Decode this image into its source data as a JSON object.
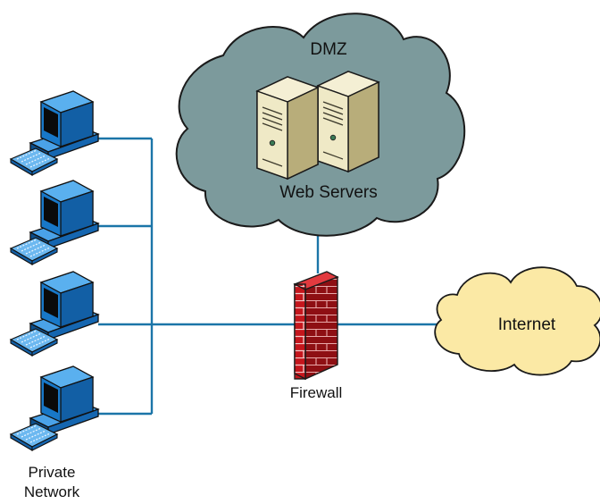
{
  "diagram": {
    "dmz_label": "DMZ",
    "web_servers_label": "Web Servers",
    "internet_label": "Internet",
    "firewall_label": "Firewall",
    "private_network_label_line1": "Private",
    "private_network_label_line2": "Network",
    "workstation_count": 4,
    "server_count": 2
  },
  "colors": {
    "line": "#1b75a8",
    "dmz_cloud": "#7c9a9c",
    "internet_cloud": "#fbe9a5",
    "computer_blue": "#1878c8",
    "firewall_red": "#c4161c",
    "server_beige": "#efe9c6"
  }
}
